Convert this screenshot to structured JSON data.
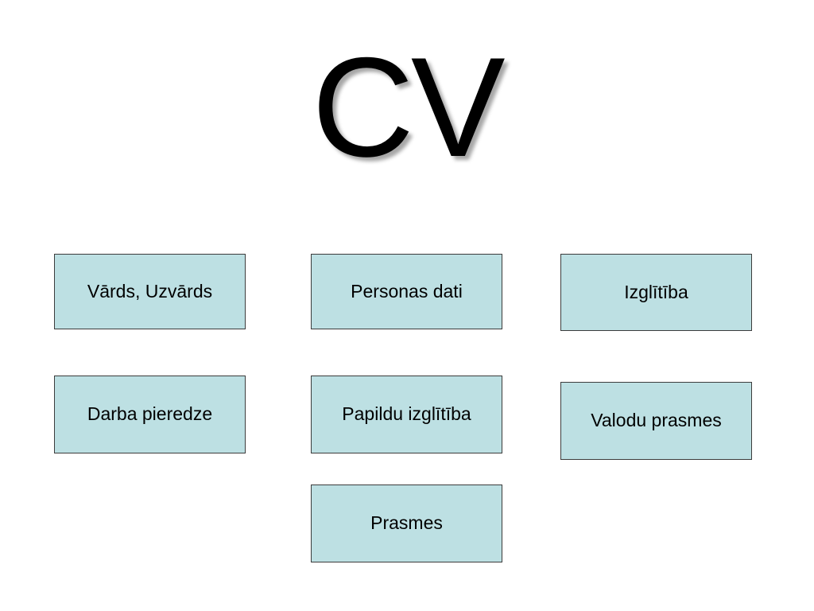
{
  "slide": {
    "title": "CV",
    "boxes": [
      {
        "label": "Vārds, Uzvārds"
      },
      {
        "label": "Personas dati"
      },
      {
        "label": "Izglītība"
      },
      {
        "label": "Darba pieredze"
      },
      {
        "label": "Papildu izglītība"
      },
      {
        "label": "Valodu prasmes"
      },
      {
        "label": "Prasmes"
      }
    ]
  },
  "colors": {
    "box_fill": "#bde0e3",
    "box_border": "#3c3c3c",
    "title": "#000000"
  }
}
